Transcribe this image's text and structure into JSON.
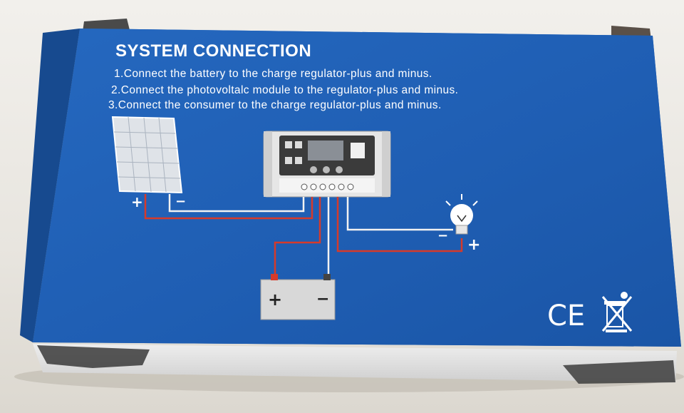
{
  "box": {
    "background_color": "#1f5fb5",
    "heading": "SYSTEM CONNECTION",
    "steps": [
      "1.Connect the battery to the charge regulator-plus and minus.",
      "2.Connect the photovoltalc module to the regulator-plus and minus.",
      "3.Connect the consumer to the charge regulator-plus and minus."
    ]
  },
  "diagram": {
    "solar_panel": {
      "plus": "+",
      "minus": "−"
    },
    "battery": {
      "plus": "+",
      "minus": "−"
    },
    "lamp": {
      "plus": "+",
      "minus": "−"
    },
    "wire_colors": {
      "positive": "#d63a2a",
      "negative": "#f2f2f2"
    }
  },
  "marks": {
    "ce": "CE",
    "recycle_icon": "crossed-out-bin-icon"
  }
}
